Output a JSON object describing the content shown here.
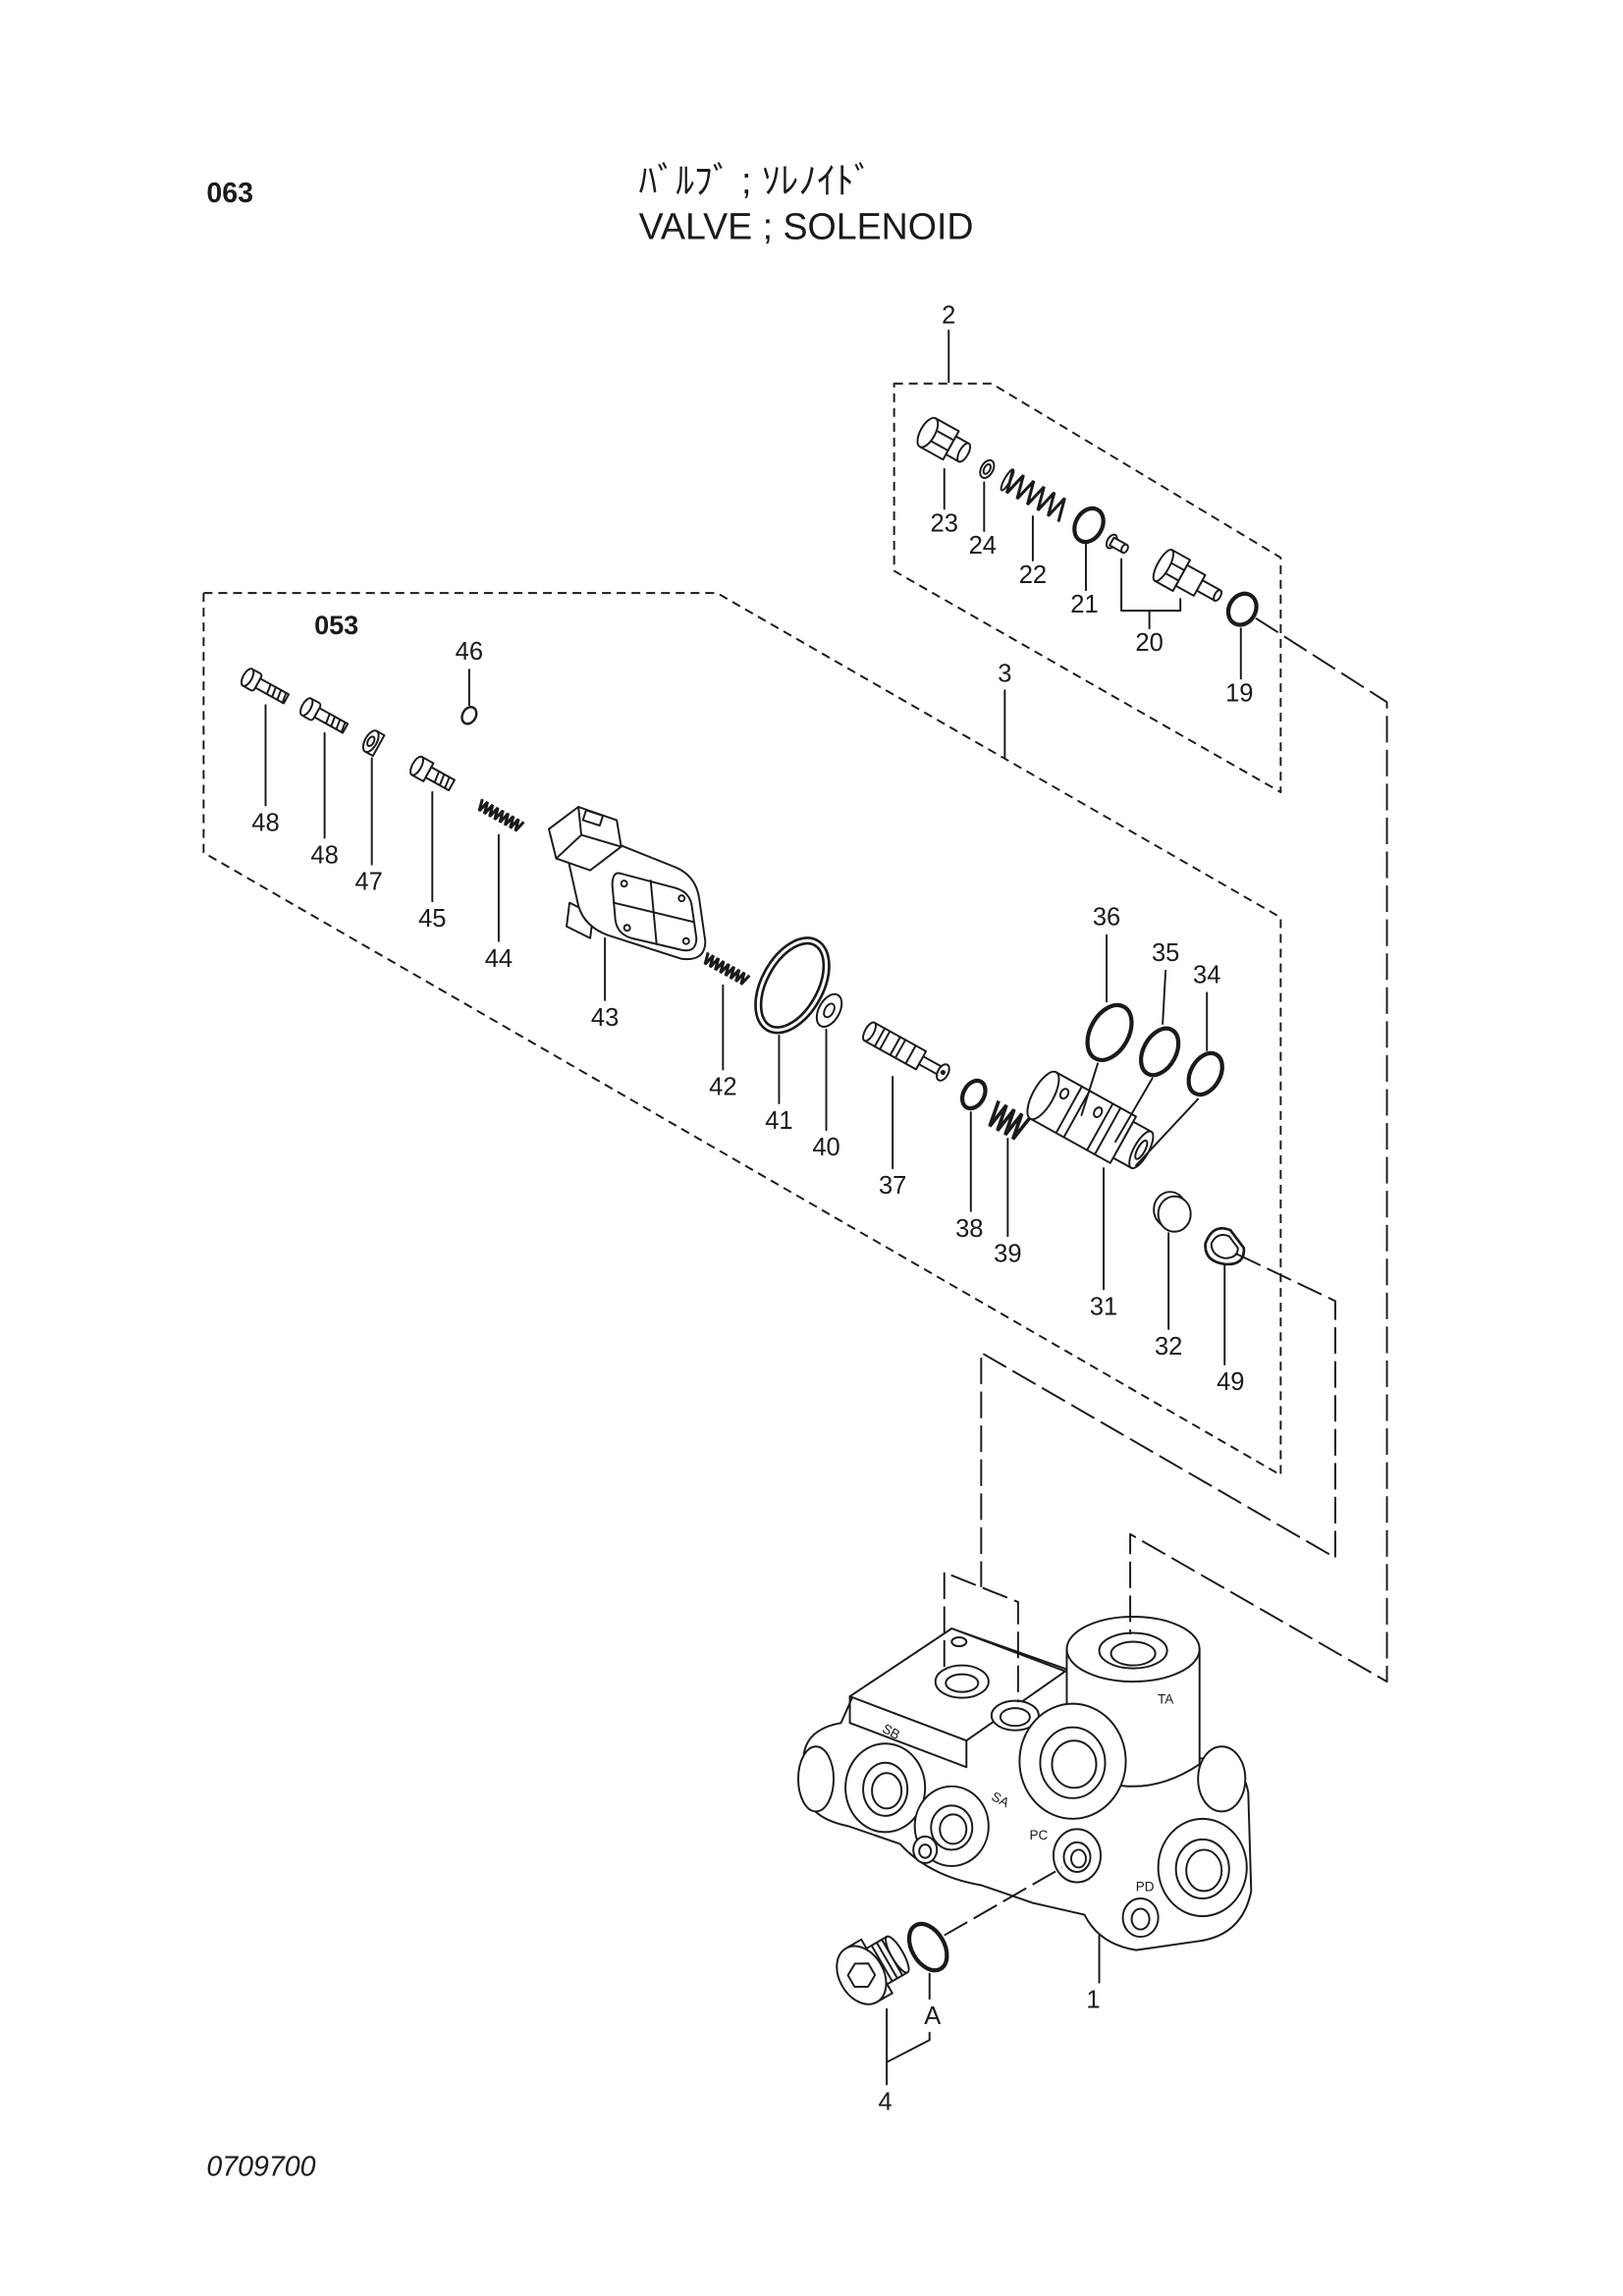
{
  "header": {
    "page_code": "063",
    "title_jp": "ﾊﾞﾙﾌﾞ ; ｿﾚﾉｲﾄﾞ",
    "title_en": "VALVE ; SOLENOID"
  },
  "subassembly_ref": "053",
  "callouts": {
    "c1": "1",
    "c2": "2",
    "c3": "3",
    "c4": "4",
    "c19": "19",
    "c20": "20",
    "c21": "21",
    "c22": "22",
    "c23": "23",
    "c24": "24",
    "c31": "31",
    "c32": "32",
    "c34": "34",
    "c35": "35",
    "c36": "36",
    "c37": "37",
    "c38": "38",
    "c39": "39",
    "c40": "40",
    "c41": "41",
    "c42": "42",
    "c43": "43",
    "c44": "44",
    "c45": "45",
    "c46": "46",
    "c47": "47",
    "c48a": "48",
    "c48b": "48",
    "c49": "49",
    "cA": "A"
  },
  "port_markings": {
    "ta": "TA",
    "sb": "SB",
    "sa": "SA",
    "pc": "PC",
    "pd": "PD"
  },
  "drawing_number": "0709700"
}
